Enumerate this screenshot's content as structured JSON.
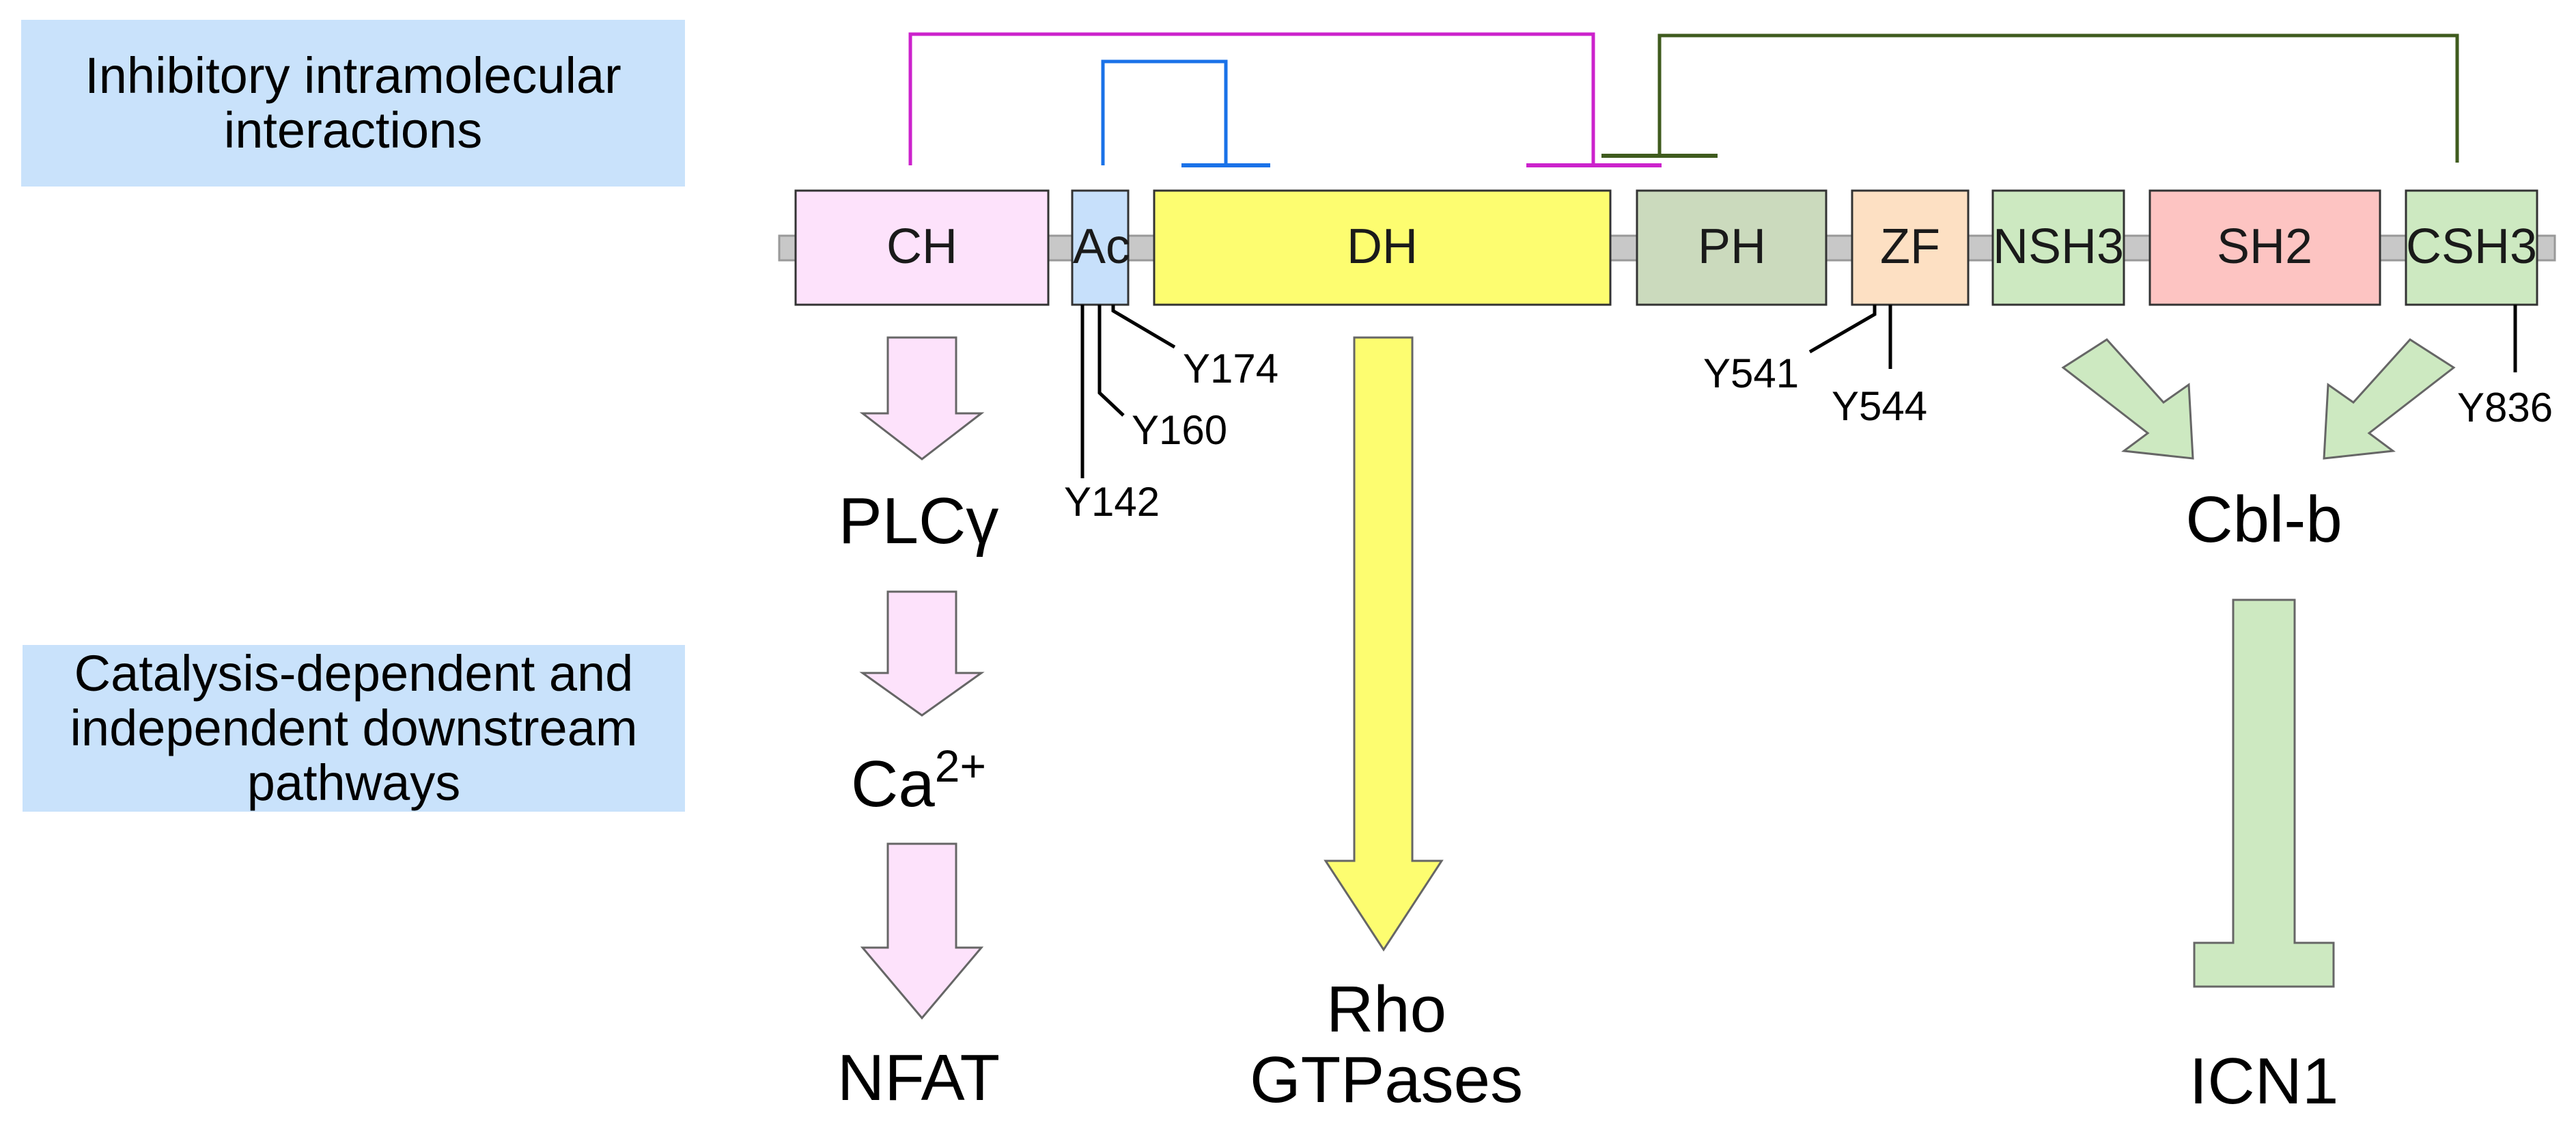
{
  "boxes": {
    "inhibitory": "Inhibitory intramolecular\ninteractions",
    "pathways": "Catalysis-dependent and\nindependent downstream\npathways"
  },
  "domains": [
    {
      "id": "ch",
      "label": "CH",
      "color": "#fde2fb"
    },
    {
      "id": "ac",
      "label": "Ac",
      "color": "#c7e0fb"
    },
    {
      "id": "dh",
      "label": "DH",
      "color": "#fdfd70"
    },
    {
      "id": "ph",
      "label": "PH",
      "color": "#cbdabd"
    },
    {
      "id": "zf",
      "label": "ZF",
      "color": "#fde0c3"
    },
    {
      "id": "nsh3",
      "label": "NSH3",
      "color": "#cde9c1"
    },
    {
      "id": "sh2",
      "label": "SH2",
      "color": "#fdc4c2"
    },
    {
      "id": "csh3",
      "label": "CSH3",
      "color": "#cde9c1"
    }
  ],
  "tyrosines": [
    "Y174",
    "Y160",
    "Y142",
    "Y541",
    "Y544",
    "Y836"
  ],
  "pathway_labels": {
    "plc_prefix": "PLC",
    "plc_greek": "γ",
    "ca_base": "Ca",
    "ca_sup": "2+",
    "nfat": "NFAT",
    "rho_line1": "Rho",
    "rho_line2": "GTPases",
    "cblb": "Cbl-b",
    "icn1": "ICN1"
  },
  "colors": {
    "backbone": "#c8c8c8",
    "magenta_interaction": "#cc22cc",
    "blue_interaction": "#1a72e8",
    "green_interaction": "#3f5b1e",
    "pink_arrow": "#fde2fb",
    "yellow_arrow": "#fdfd70",
    "green_arrow": "#cde9c1",
    "info_box": "#c9e2fb"
  }
}
